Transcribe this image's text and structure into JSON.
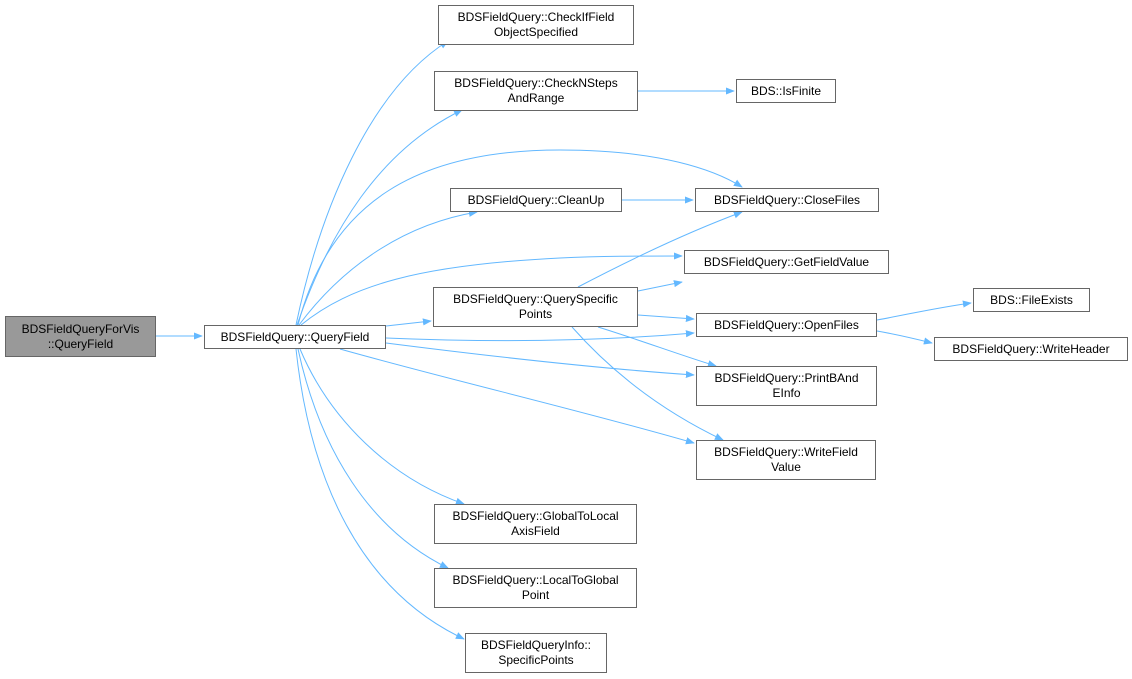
{
  "colors": {
    "edge": "#63b8ff",
    "node_border": "#666666",
    "root_fill": "#999999",
    "node_fill": "#ffffff"
  },
  "nodes": {
    "root": [
      "BDSFieldQueryForVis",
      "::QueryField"
    ],
    "query_field": [
      "BDSFieldQuery::QueryField"
    ],
    "check_if_field": [
      "BDSFieldQuery::CheckIfField",
      "ObjectSpecified"
    ],
    "check_nsteps": [
      "BDSFieldQuery::CheckNSteps",
      "AndRange"
    ],
    "is_finite": [
      "BDS::IsFinite"
    ],
    "clean_up": [
      "BDSFieldQuery::CleanUp"
    ],
    "close_files": [
      "BDSFieldQuery::CloseFiles"
    ],
    "get_field_value": [
      "BDSFieldQuery::GetFieldValue"
    ],
    "query_specific": [
      "BDSFieldQuery::QuerySpecific",
      "Points"
    ],
    "open_files": [
      "BDSFieldQuery::OpenFiles"
    ],
    "file_exists": [
      "BDS::FileExists"
    ],
    "write_header": [
      "BDSFieldQuery::WriteHeader"
    ],
    "print_b_and_e": [
      "BDSFieldQuery::PrintBAnd",
      "EInfo"
    ],
    "write_field_value": [
      "BDSFieldQuery::WriteField",
      "Value"
    ],
    "global_to_local": [
      "BDSFieldQuery::GlobalToLocal",
      "AxisField"
    ],
    "local_to_global": [
      "BDSFieldQuery::LocalToGlobal",
      "Point"
    ],
    "specific_points": [
      "BDSFieldQueryInfo::",
      "SpecificPoints"
    ]
  },
  "edges": [
    [
      "root",
      "query_field"
    ],
    [
      "query_field",
      "check_if_field"
    ],
    [
      "query_field",
      "check_nsteps"
    ],
    [
      "check_nsteps",
      "is_finite"
    ],
    [
      "query_field",
      "close_files"
    ],
    [
      "query_field",
      "clean_up"
    ],
    [
      "clean_up",
      "close_files"
    ],
    [
      "query_field",
      "get_field_value"
    ],
    [
      "query_field",
      "query_specific"
    ],
    [
      "query_specific",
      "close_files"
    ],
    [
      "query_specific",
      "get_field_value"
    ],
    [
      "query_specific",
      "open_files"
    ],
    [
      "query_specific",
      "print_b_and_e"
    ],
    [
      "query_specific",
      "write_field_value"
    ],
    [
      "query_field",
      "open_files"
    ],
    [
      "open_files",
      "file_exists"
    ],
    [
      "open_files",
      "write_header"
    ],
    [
      "query_field",
      "print_b_and_e"
    ],
    [
      "query_field",
      "write_field_value"
    ],
    [
      "query_field",
      "global_to_local"
    ],
    [
      "query_field",
      "local_to_global"
    ],
    [
      "query_field",
      "specific_points"
    ]
  ]
}
